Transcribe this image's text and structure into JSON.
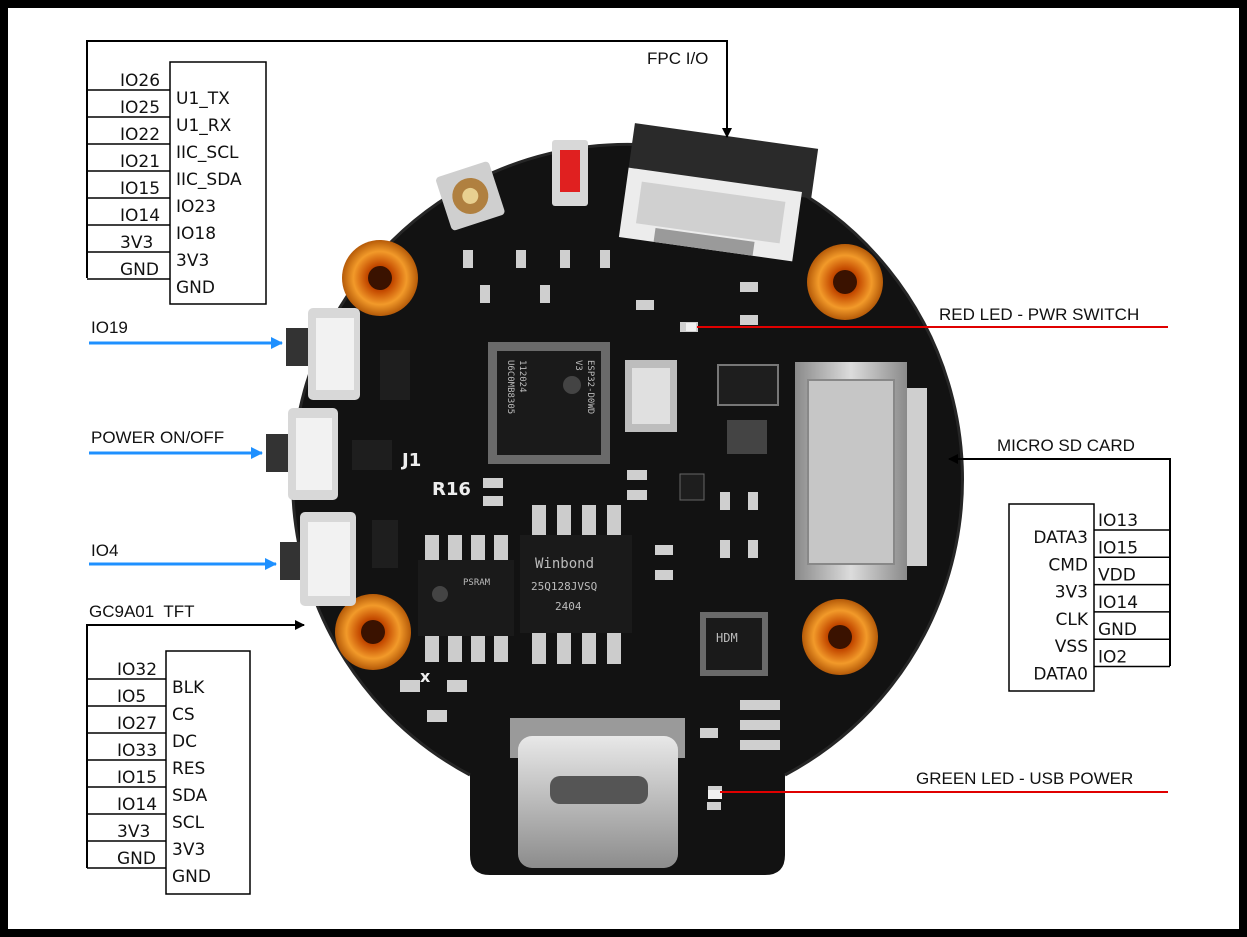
{
  "fpc": {
    "title": "FPC I/O",
    "pins": [
      {
        "gpio": "IO26",
        "signal": "U1_TX"
      },
      {
        "gpio": "IO25",
        "signal": "U1_RX"
      },
      {
        "gpio": "IO22",
        "signal": "IIC_SCL"
      },
      {
        "gpio": "IO21",
        "signal": "IIC_SDA"
      },
      {
        "gpio": "IO15",
        "signal": "IO23"
      },
      {
        "gpio": "IO14",
        "signal": "IO18"
      },
      {
        "gpio": "3V3",
        "signal": "3V3"
      },
      {
        "gpio": "GND",
        "signal": "GND"
      }
    ]
  },
  "buttons": {
    "io19": "IO19",
    "power": "POWER ON/OFF",
    "io4": "IO4"
  },
  "tft": {
    "title": "GC9A01  TFT",
    "pins": [
      {
        "gpio": "IO32",
        "signal": "BLK"
      },
      {
        "gpio": "IO5",
        "signal": "CS"
      },
      {
        "gpio": "IO27",
        "signal": "DC"
      },
      {
        "gpio": "IO33",
        "signal": "RES"
      },
      {
        "gpio": "IO15",
        "signal": "SDA"
      },
      {
        "gpio": "IO14",
        "signal": "SCL"
      },
      {
        "gpio": "3V3",
        "signal": "3V3"
      },
      {
        "gpio": "GND",
        "signal": "GND"
      }
    ]
  },
  "leds": {
    "red": "RED LED - PWR SWITCH",
    "green": "GREEN LED - USB POWER"
  },
  "sd": {
    "title": "MICRO SD CARD",
    "pins": [
      {
        "signal": "DATA3",
        "gpio": "IO13"
      },
      {
        "signal": "CMD",
        "gpio": "IO15"
      },
      {
        "signal": "3V3",
        "gpio": "VDD"
      },
      {
        "signal": "CLK",
        "gpio": "IO14"
      },
      {
        "signal": "VSS",
        "gpio": "GND"
      },
      {
        "signal": "DATA0",
        "gpio": "IO2"
      }
    ]
  },
  "board_silk": {
    "j1": "J1",
    "r16": "R16",
    "x": "x"
  },
  "chips": {
    "mcu": [
      "ESP32-D0WD",
      "V3",
      "112024",
      "U6C0MB8305"
    ],
    "flash": [
      "Winbond",
      "25Q128JVSQ",
      "2404"
    ],
    "psram": "PSRAM",
    "qfn": "HDM"
  },
  "colors": {
    "frame": "#000000",
    "background": "#ffffff",
    "pcb": "#121212",
    "standoff": "#e07a10",
    "red_line": "#e00000",
    "blue_arrow": "#1e90ff"
  }
}
